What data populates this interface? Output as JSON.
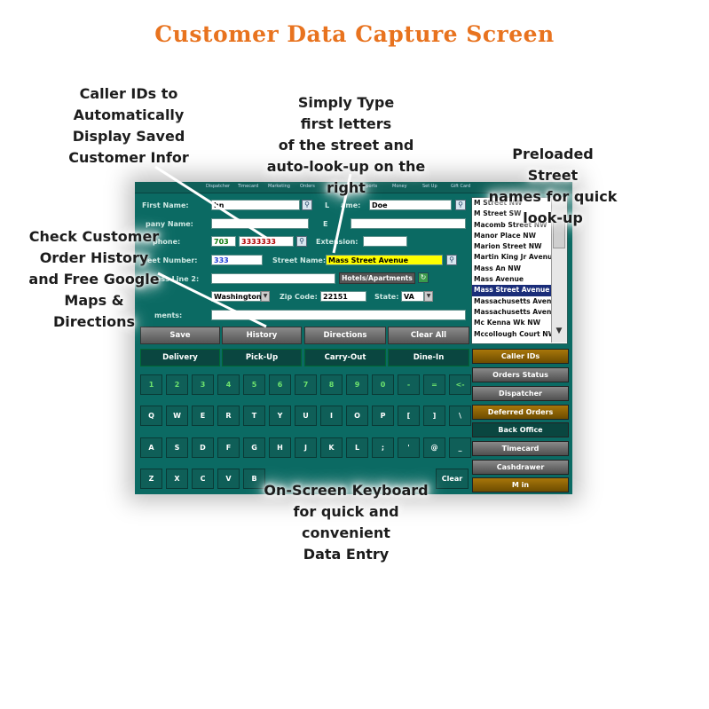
{
  "headline": "Customer Data Capture Screen",
  "menu": [
    "Dispatcher",
    "Timecard",
    "Marketing",
    "Orders",
    "Reports",
    "Money",
    "Set Up",
    "Gift Card"
  ],
  "form": {
    "first_name_label": "First Name:",
    "first_name_value": "hn",
    "last_name_label": "Last Name:",
    "last_name_partial": "L",
    "last_name_suffix": "ame:",
    "last_name_value": "Doe",
    "company_label": "Company Name:",
    "company_partial": "pany Name:",
    "email_label_partial": "E",
    "phone_label": "phone:",
    "phone_area": "703",
    "phone_number": "3333333",
    "extension_label": "Extension:",
    "street_number_label": "eet Number:",
    "street_number_value": "333",
    "street_name_label": "Street Name:",
    "street_name_value": "Mass Street Avenue",
    "address2_label": "ress Line 2:",
    "hotels_button": "Hotels/Apartments",
    "city_value": "Washington",
    "zip_label": "Zip Code:",
    "zip_value": "22151",
    "state_label": "State:",
    "state_value": "VA",
    "comments_label": "ments:"
  },
  "streets": [
    "M Street NW",
    "M Street SW",
    "Macomb Street NW",
    "Manor Place NW",
    "Marion Street NW",
    "Martin King Jr Avenue",
    "Mass An NW",
    "Mass Avenue",
    "Mass Street Avenue",
    "Massachusetts Avenue",
    "Massachusetts Avenue",
    "Mc Kenna Wk NW",
    "Mccollough Court NW"
  ],
  "selected_street": "Mass Street Avenue",
  "actions": [
    "Save",
    "History",
    "Directions",
    "Clear All"
  ],
  "order_types": [
    "Delivery",
    "Pick-Up",
    "Carry-Out",
    "Dine-In"
  ],
  "side_buttons": [
    {
      "label": "Caller IDs",
      "style": "gold"
    },
    {
      "label": "Orders Status",
      "style": "gray"
    },
    {
      "label": "Dispatcher",
      "style": "gray"
    },
    {
      "label": "Deferred Orders",
      "style": "gold"
    },
    {
      "label": "Back Office",
      "style": "teal"
    },
    {
      "label": "Timecard",
      "style": "gray"
    },
    {
      "label": "Cashdrawer",
      "style": "gray"
    },
    {
      "label": "M   in",
      "style": "gold"
    }
  ],
  "keyboard": {
    "row1": [
      "1",
      "2",
      "3",
      "4",
      "5",
      "6",
      "7",
      "8",
      "9",
      "0",
      "-",
      "=",
      "<-"
    ],
    "row2": [
      "Q",
      "W",
      "E",
      "R",
      "T",
      "Y",
      "U",
      "I",
      "O",
      "P",
      "[",
      "]",
      "\\"
    ],
    "row3": [
      "A",
      "S",
      "D",
      "F",
      "G",
      "H",
      "J",
      "K",
      "L",
      ";",
      "'",
      "@",
      "_"
    ],
    "row4": [
      "Z",
      "X",
      "C",
      "V",
      "B"
    ],
    "clear": "Clear"
  },
  "annotations": {
    "caller_ids": [
      "Caller IDs to",
      "Automatically",
      "Display Saved",
      "Customer Infor"
    ],
    "simply_type": [
      "Simply Type",
      "first letters",
      "of the street and",
      "auto-look-up on the right"
    ],
    "preloaded": [
      "Preloaded Street",
      "names for quick",
      "look-up"
    ],
    "history": [
      "Check Customer",
      "Order History",
      "and Free Google",
      "Maps & Directions"
    ],
    "keyboard": [
      "On-Screen Keyboard",
      "for quick and convenient",
      "Data Entry"
    ]
  }
}
